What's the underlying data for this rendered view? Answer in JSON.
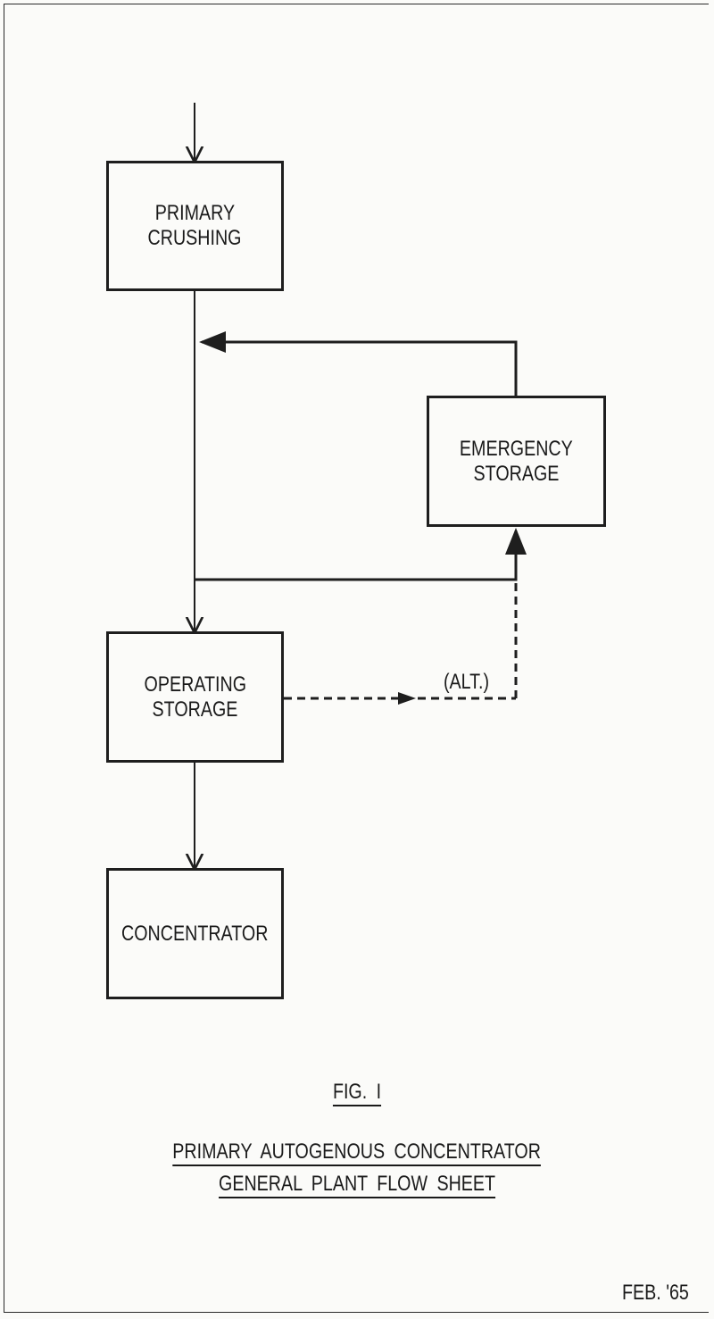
{
  "nodes": {
    "primary_crushing": [
      "PRIMARY",
      "CRUSHING"
    ],
    "emergency_storage": [
      "EMERGENCY",
      "STORAGE"
    ],
    "operating_storage": [
      "OPERATING",
      "STORAGE"
    ],
    "concentrator": [
      "CONCENTRATOR"
    ]
  },
  "edge_labels": {
    "alternate": "(ALT.)"
  },
  "caption": {
    "figure": "FIG. I",
    "line1": "PRIMARY AUTOGENOUS CONCENTRATOR",
    "line2": "GENERAL PLANT FLOW SHEET"
  },
  "footer": {
    "date": "FEB. '65"
  }
}
